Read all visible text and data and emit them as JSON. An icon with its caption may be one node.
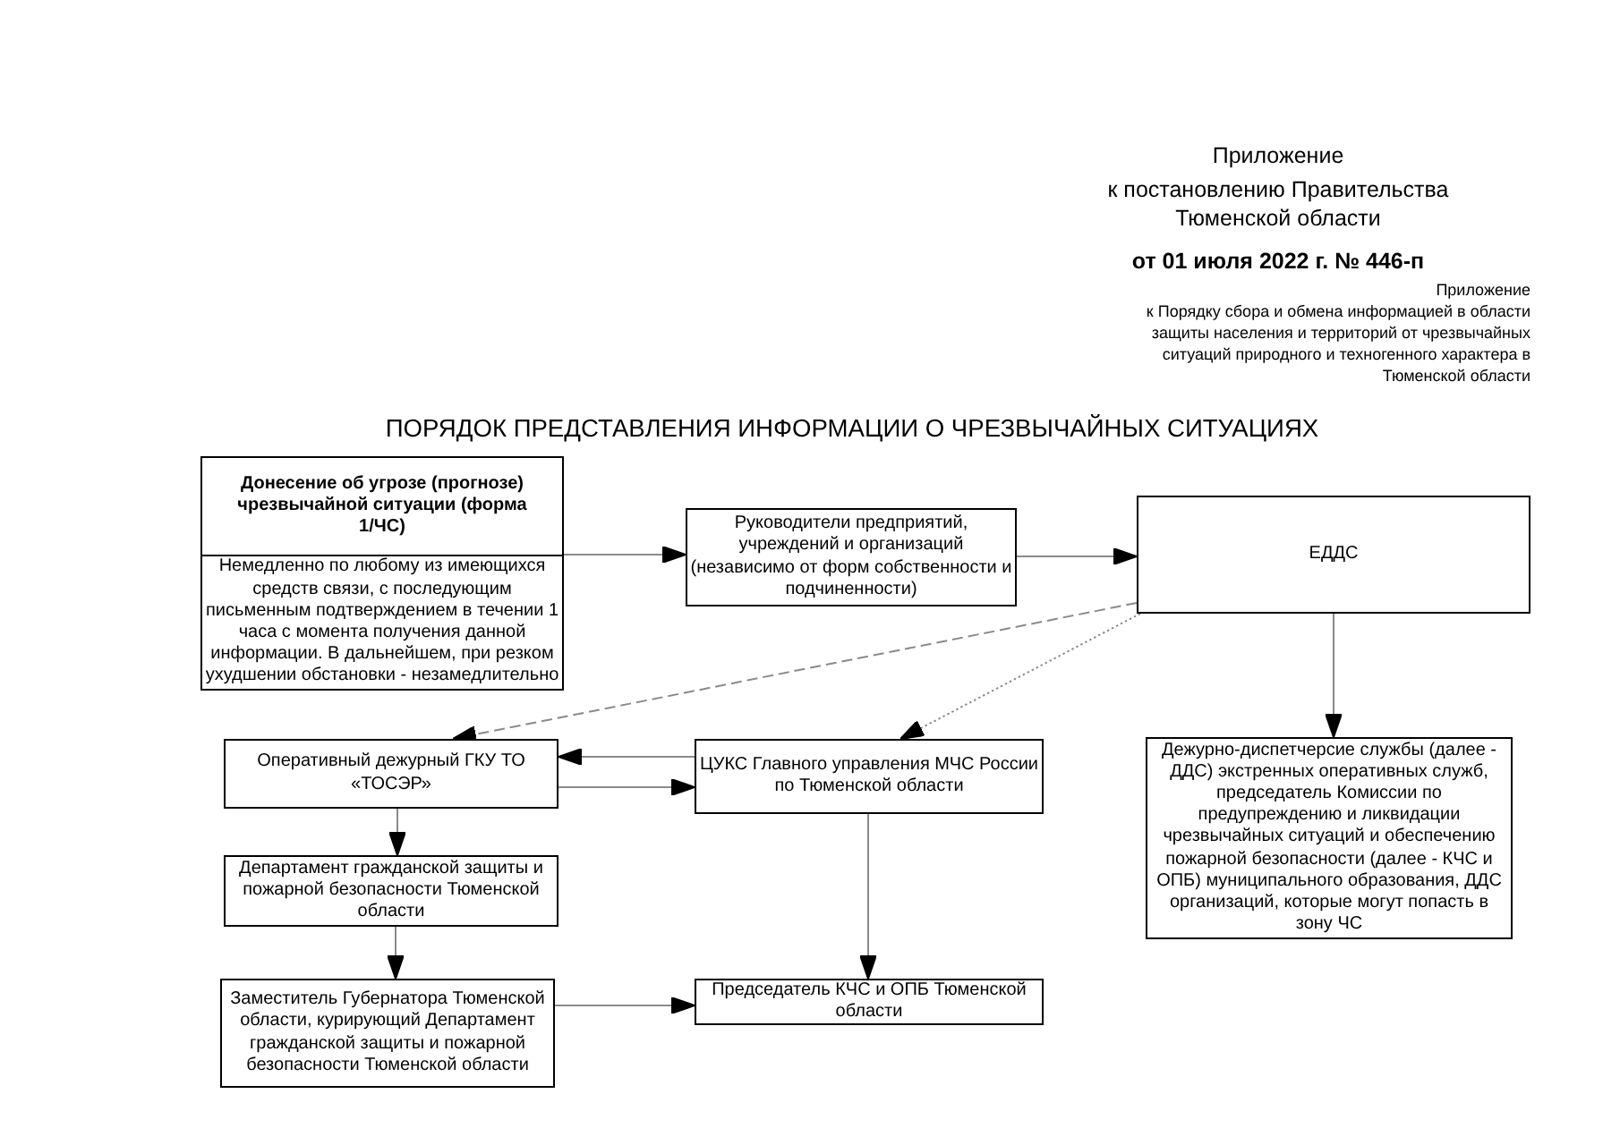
{
  "diagram": {
    "title": "ПОРЯДОК ПРЕДСТАВЛЕНИЯ ИНФОРМАЦИИ О ЧРЕЗВЫЧАЙНЫХ СИТУАЦИЯХ",
    "nodes": [
      {
        "text": [
          "Донесение об угрозе (прогнозе) чрезвычайной ситуации (форма 1/ЧС)",
          "Немедленно по любому из имеющихся средств связи, с последующим письменным подтверждением в течении 1 часа с момента получения данной информации. В дальнейшем, при резком ухудшении обстановки - незамедлительно"
        ]
      },
      {
        "text": [
          "Руководители предприятий, учреждений и организаций (независимо от форм собственности и подчиненности)"
        ]
      },
      {
        "text": [
          "ЕДДС"
        ]
      },
      {
        "text": [
          "Оперативный дежурный ГКУ ТО «ТОСЭР»"
        ]
      },
      {
        "text": [
          "ЦУКС Главного управления МЧС России по Тюменской области"
        ]
      },
      {
        "text": [
          "Дежурно-диспетчерсие службы (далее - ДДС) экстренных оперативных служб, председатель Комиссии по предупреждению и ликвидации чрезвычайных ситуаций и обеспечению пожарной безопасности (далее - КЧС и ОПБ) муниципального образования, ДДС организаций, которые могут попасть в зону ЧС"
        ]
      },
      {
        "text": [
          "Департамент гражданской защиты и пожарной безопасности Тюменской области"
        ]
      },
      {
        "text": [
          "Заместитель Губернатора Тюменской области, курирующий Департамент гражданской защиты и пожарной безопасности Тюменской области"
        ]
      },
      {
        "text": [
          "Председатель КЧС и ОПБ Тюменской области"
        ]
      }
    ],
    "edges": [
      {
        "from": 0,
        "to": 1,
        "arrow": "to"
      },
      {
        "from": 1,
        "to": 2,
        "arrow": "to"
      },
      {
        "from": 2,
        "to": 3,
        "arrow": "to",
        "style": "dashed"
      },
      {
        "from": 2,
        "to": 4,
        "arrow": "to",
        "style": "dashed"
      },
      {
        "from": 2,
        "to": 5,
        "arrow": "to"
      },
      {
        "from": 4,
        "to": 3,
        "arrow": "to"
      },
      {
        "from": 3,
        "to": 4,
        "arrow": "to"
      },
      {
        "from": 3,
        "to": 6,
        "arrow": "to"
      },
      {
        "from": 6,
        "to": 7,
        "arrow": "to"
      },
      {
        "from": 4,
        "to": 8,
        "arrow": "to"
      },
      {
        "from": 7,
        "to": 8,
        "arrow": "to"
      }
    ],
    "labels": [
      "Приложение",
      "к постановлению Правительства Тюменской области",
      "от 01 июля 2022 г. № 446-п",
      "Приложение",
      "к Порядку сбора и обмена информацией в области защиты населения и территорий от чрезвычайных ситуаций природного и техногенного характера в Тюменской области"
    ]
  }
}
